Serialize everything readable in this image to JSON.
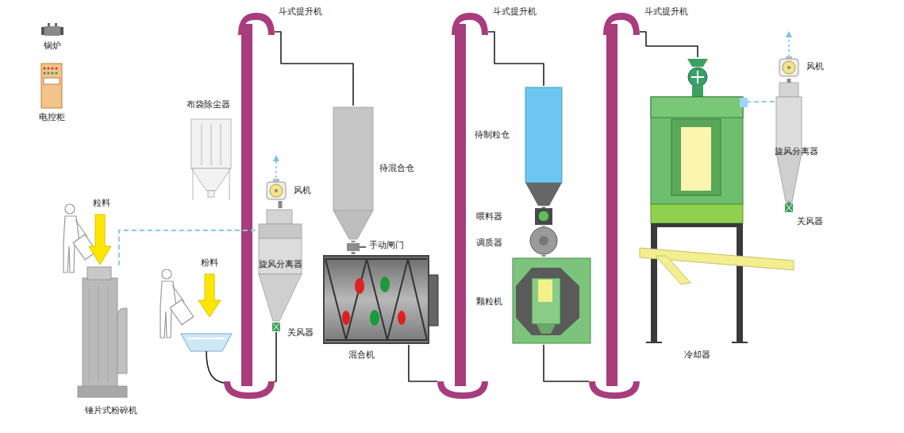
{
  "diagram": {
    "nodes": [
      {
        "text": [
          "锅炉"
        ]
      },
      {
        "text": [
          "电控柜"
        ]
      },
      {
        "text": [
          "布袋除尘器"
        ]
      },
      {
        "text": [
          "锤片式粉碎机"
        ]
      },
      {
        "text": [
          "风机"
        ]
      },
      {
        "text": [
          "旋风分离器"
        ]
      },
      {
        "text": [
          "关风器"
        ]
      },
      {
        "text": [
          "斗式提升机"
        ]
      },
      {
        "text": [
          "待混合仓"
        ]
      },
      {
        "text": [
          "手动闸门"
        ]
      },
      {
        "text": [
          "混合机"
        ]
      },
      {
        "text": [
          "斗式提升机"
        ]
      },
      {
        "text": [
          "待制粒仓"
        ]
      },
      {
        "text": [
          "喂料器"
        ]
      },
      {
        "text": [
          "调质器"
        ]
      },
      {
        "text": [
          "颗粒机"
        ]
      },
      {
        "text": [
          "斗式提升机"
        ]
      },
      {
        "text": [
          "冷却器"
        ]
      },
      {
        "text": [
          "风机"
        ]
      },
      {
        "text": [
          "旋风分离器"
        ]
      },
      {
        "text": [
          "关风器"
        ]
      }
    ],
    "edges": [
      {
        "from": 3,
        "to": 5,
        "arrow": "none"
      },
      {
        "from": 5,
        "to": 4,
        "arrow": "none"
      },
      {
        "from": 5,
        "to": 6,
        "arrow": "none"
      },
      {
        "from": 6,
        "to": 7,
        "arrow": "none"
      },
      {
        "from": 7,
        "to": 8,
        "arrow": "none"
      },
      {
        "from": 8,
        "to": 9,
        "arrow": "none"
      },
      {
        "from": 9,
        "to": 10,
        "arrow": "none"
      },
      {
        "from": 10,
        "to": 11,
        "arrow": "none"
      },
      {
        "from": 11,
        "to": 12,
        "arrow": "none"
      },
      {
        "from": 12,
        "to": 13,
        "arrow": "none"
      },
      {
        "from": 13,
        "to": 14,
        "arrow": "none"
      },
      {
        "from": 14,
        "to": 15,
        "arrow": "none"
      },
      {
        "from": 15,
        "to": 16,
        "arrow": "none"
      },
      {
        "from": 16,
        "to": 17,
        "arrow": "none"
      },
      {
        "from": 17,
        "to": 19,
        "arrow": "none"
      },
      {
        "from": 19,
        "to": 18,
        "arrow": "none"
      },
      {
        "from": 19,
        "to": 20,
        "arrow": "none"
      }
    ],
    "labels": [
      "粒料",
      "粉料"
    ]
  }
}
